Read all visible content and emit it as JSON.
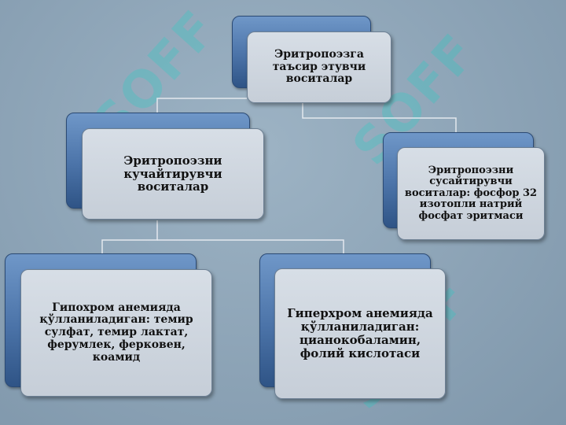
{
  "diagram": {
    "root": "Эритропоэзга таъсир этувчи воситалар",
    "left": "Эритропоэзни кучайтирувчи воситалар",
    "right": "Эритропоэзни сусайтирувчи воситалар: фосфор 32 изотопли натрий фосфат эритмаси",
    "left_child_1": "Гипохром анемияда қўлланиладиган: темир сулфат, темир лактат, ферумлек, ферковен, коамид",
    "left_child_2": "Гиперхром анемияда қўлланиладиган: цианокобаламин, фолий кислотаси"
  },
  "watermark": "SOFF",
  "colors": {
    "background": "#8fa6b8",
    "tab_blue": "#4b73a8",
    "card_gray": "#ccd3dc",
    "connector": "#e3e8ee"
  }
}
